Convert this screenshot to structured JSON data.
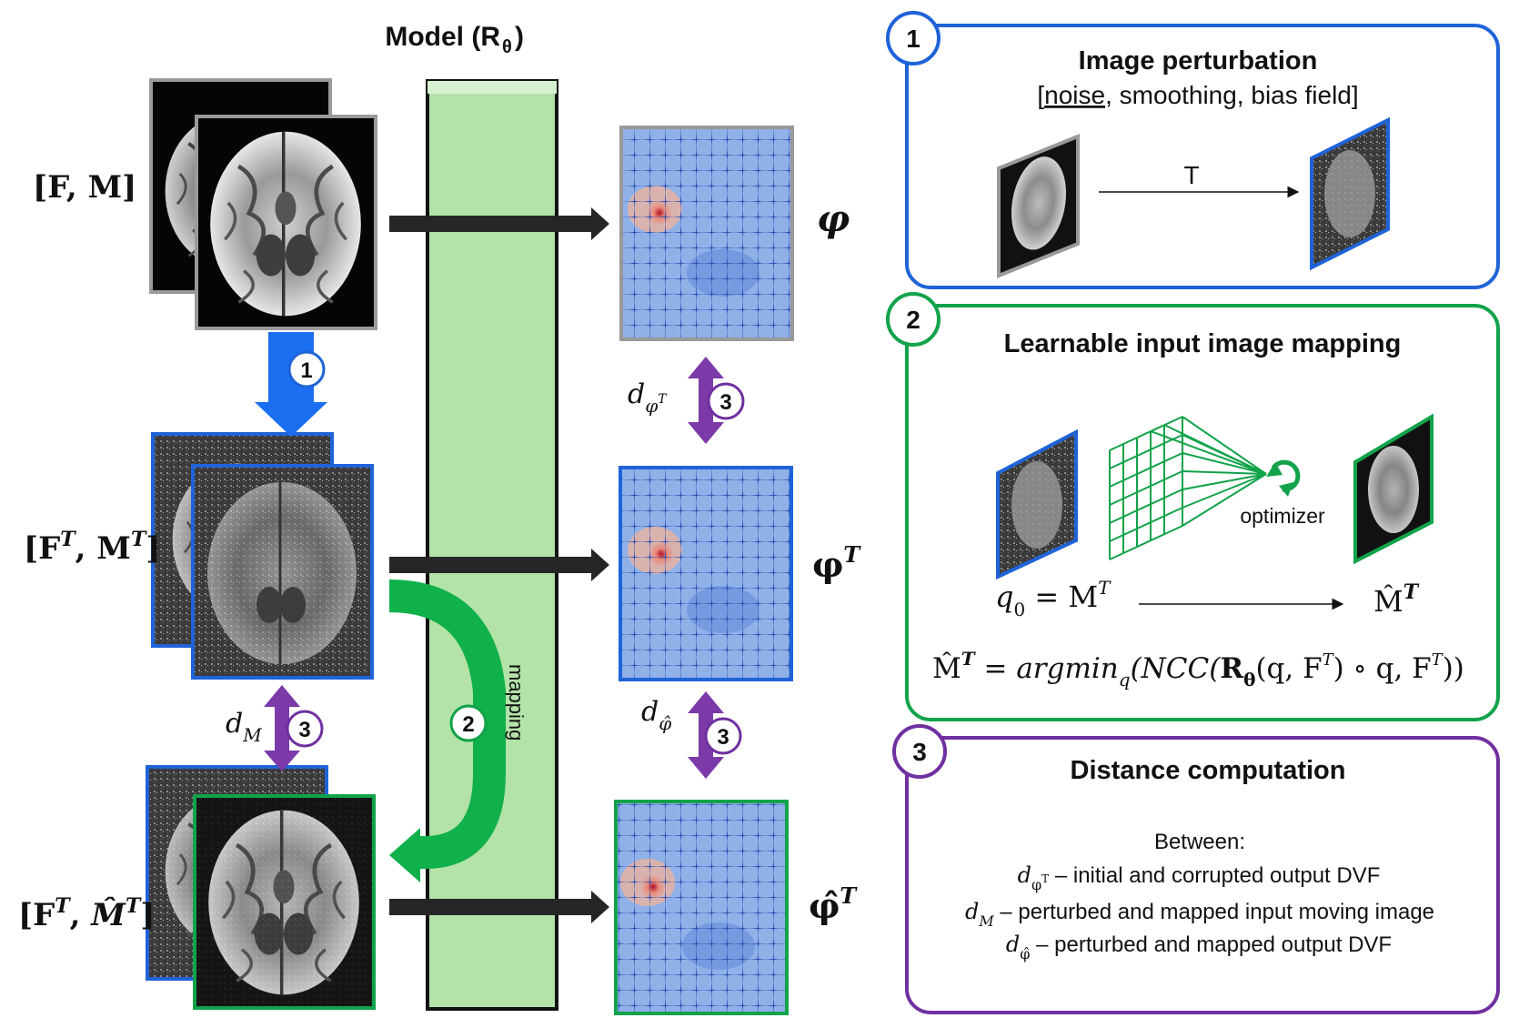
{
  "model": {
    "title": "Model (R",
    "title_sub": "θ",
    "title_close": ")",
    "mapping_label": "mapping"
  },
  "inputs": {
    "row1": {
      "open": "[",
      "a": "F",
      "sep": ", ",
      "b": "M",
      "close": "]"
    },
    "row2": {
      "open": "[",
      "a": "F",
      "a_sup": "T",
      "sep": ", ",
      "b": "M",
      "b_sup": "T",
      "close": "]"
    },
    "row3": {
      "open": "[",
      "a": "F",
      "a_sup": "T",
      "sep": ", ",
      "b": "M̂",
      "b_sup": "T",
      "close": "]"
    }
  },
  "outputs": {
    "phi": "φ",
    "phi_t": "φ",
    "phi_t_sup": "T",
    "phi_hat": "φ̂",
    "phi_hat_sup": "T"
  },
  "distances": {
    "d": "d",
    "phi_t_sub": "φ",
    "phi_t_subsup": "T",
    "m_sub": "M",
    "phi_hat_sub": "φ̂"
  },
  "step_numbers": [
    "1",
    "2",
    "3"
  ],
  "panel1": {
    "number": "1",
    "title": "Image perturbation",
    "list_open": "[",
    "list_noise": "noise",
    "list_rest": ", smoothing,  bias field]",
    "arrow_label": "T"
  },
  "panel2": {
    "number": "2",
    "title": "Learnable input image mapping",
    "optimizer": "optimizer",
    "q0": "q",
    "q0_sub": "0",
    "eq": " = M",
    "eq_sup": "T",
    "result": "M̂",
    "result_sup": "T",
    "formula_lhs": "M̂",
    "formula_lhs_sup": "T",
    "formula_eq": " = ",
    "formula_argmin": "argmin",
    "formula_argmin_sub": "q",
    "formula_open": "(NCC(",
    "formula_R": "R",
    "formula_R_sub": "θ",
    "formula_args1": "(q, F",
    "formula_args1_sup": "T",
    "formula_args2": ") ∘ q, F",
    "formula_args2_sup": "T",
    "formula_close": "))"
  },
  "panel3": {
    "number": "3",
    "title": "Distance computation",
    "between": "Between:",
    "line1_d": "d",
    "line1_sub": "φ",
    "line1_subsup": "T",
    "line1_text": "  – initial and corrupted output DVF",
    "line2_d": "d",
    "line2_sub": "M",
    "line2_text": " – perturbed and mapped input moving image",
    "line3_d": "d",
    "line3_sub": "φ̂",
    "line3_text": "  – perturbed and mapped output DVF"
  },
  "colors": {
    "blue": "#1f63d8",
    "green": "#12a34a",
    "purple": "#7030a0",
    "gray": "#999999",
    "model_fill": "#b3e3a8",
    "arrow_dark": "#262626",
    "arrow_blue": "#1a6ef0",
    "arrow_green": "#10b04a",
    "arrow_purple": "#7b3aa8"
  },
  "icons": [
    "brain-image-icon",
    "dvf-grid-icon",
    "optimizer-cycle-icon",
    "mapping-network-icon"
  ]
}
